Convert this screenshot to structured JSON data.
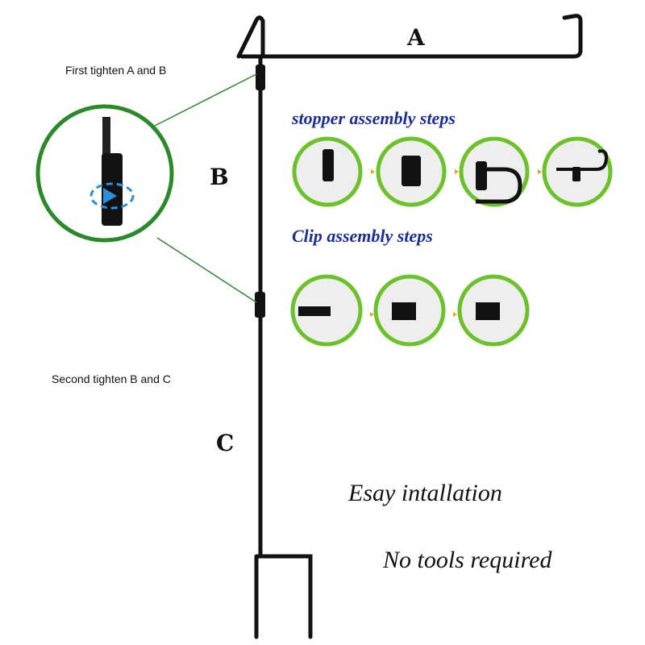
{
  "labels": {
    "a": "A",
    "b": "B",
    "c": "C"
  },
  "instructions": {
    "first": "First tighten A and B",
    "second": "Second tighten B and C"
  },
  "sections": {
    "stopper": "stopper assembly steps",
    "clip": "Clip assembly steps"
  },
  "slogans": {
    "easy": "Esay intallation",
    "tools": "No tools required"
  },
  "colors": {
    "green": "#6cc22a",
    "dark_green": "#2a8a2a",
    "blue_text": "#1a2e9a",
    "arrow": "#f0a020"
  }
}
